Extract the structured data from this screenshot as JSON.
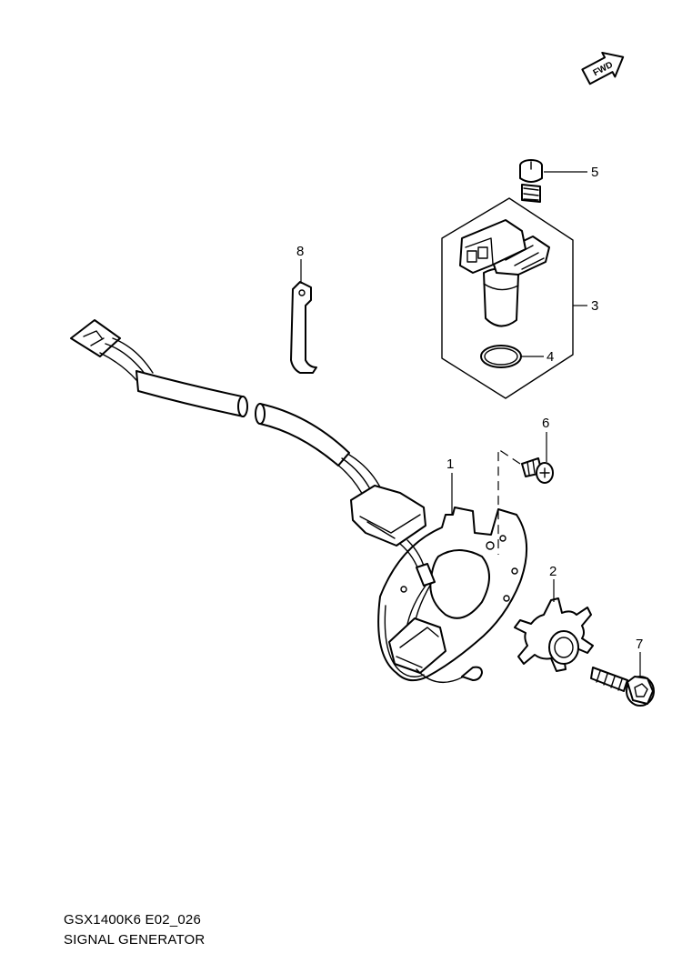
{
  "fwd_label": "FWD",
  "callouts": [
    "1",
    "2",
    "3",
    "4",
    "5",
    "6",
    "7",
    "8"
  ],
  "caption": {
    "code": "GSX1400K6 E02_026",
    "title": "SIGNAL GENERATOR"
  }
}
